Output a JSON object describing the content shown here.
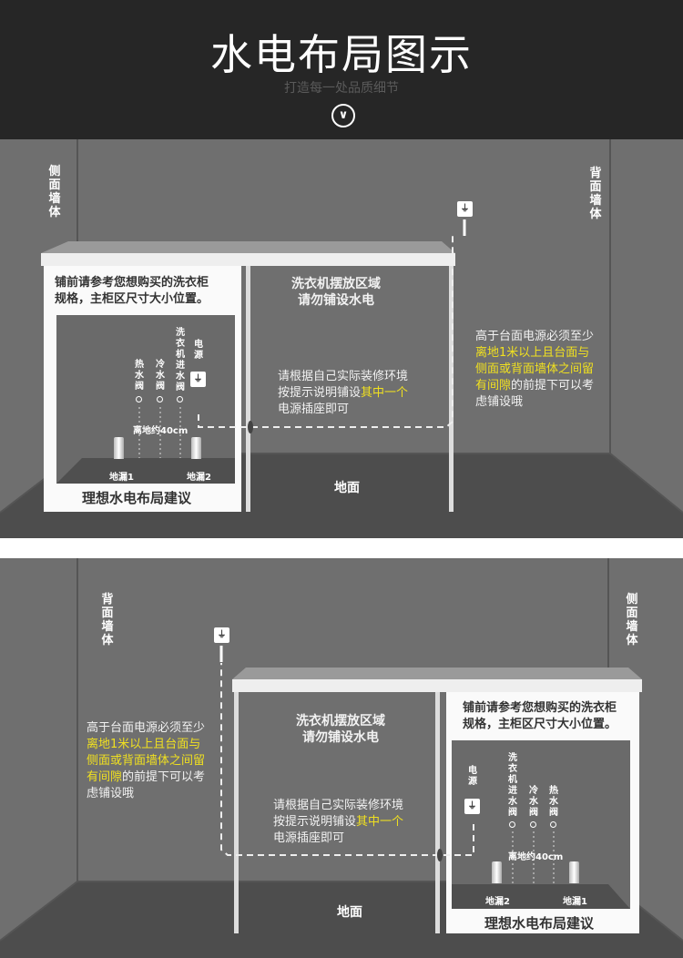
{
  "header": {
    "title": "水电布局图示",
    "subtitle": "打造每一处品质细节",
    "icon": "chevron-down-circle-icon"
  },
  "colors": {
    "header_bg": "#262626",
    "wall": "#6f6f6f",
    "floor": "#4a4a4a",
    "highlight": "#f0e020"
  },
  "panels": [
    {
      "side_wall": "侧面墙体",
      "back_wall": "背面墙体",
      "cabinet_note": [
        "铺前请参考您想购买的洗衣柜",
        "规格，主柜区尺寸大小位置。"
      ],
      "hot_valve": "热水阀",
      "cold_valve": "冷水阀",
      "washer_valve": "洗衣机进水阀",
      "power": "电源",
      "height_note": "离地约40cm",
      "drain1": "地漏1",
      "drain2": "地漏2",
      "caption": "理想水电布局建议",
      "washer_area": [
        "洗衣机摆放区域",
        "请勿铺设水电"
      ],
      "install_note": {
        "a": "请根据自己实际装修环境",
        "b": "按提示说明铺设",
        "b_hl": "其中一个",
        "c": "电源插座即可"
      },
      "high_note": {
        "a": "高于台面电源必须至少",
        "b_hl": "离地1米以上且台面与",
        "c_hl": "侧面或背面墙体之间留",
        "d_hl": "有间隙",
        "d": "的前提下可以考",
        "e": "虑铺设哦"
      },
      "floor": "地面"
    },
    {
      "side_wall": "侧面墙体",
      "back_wall": "背面墙体",
      "cabinet_note": [
        "铺前请参考您想购买的洗衣柜",
        "规格，主柜区尺寸大小位置。"
      ],
      "hot_valve": "热水阀",
      "cold_valve": "冷水阀",
      "washer_valve": "洗衣机进水阀",
      "power": "电源",
      "height_note": "离地约40cm",
      "drain1": "地漏1",
      "drain2": "地漏2",
      "caption": "理想水电布局建议",
      "washer_area": [
        "洗衣机摆放区域",
        "请勿铺设水电"
      ],
      "install_note": {
        "a": "请根据自己实际装修环境",
        "b": "按提示说明铺设",
        "b_hl": "其中一个",
        "c": "电源插座即可"
      },
      "high_note": {
        "a": "高于台面电源必须至少",
        "b_hl": "离地1米以上且台面与",
        "c_hl": "侧面或背面墙体之间留",
        "d_hl": "有间隙",
        "d": "的前提下可以考",
        "e": "虑铺设哦"
      },
      "floor": "地面"
    }
  ]
}
